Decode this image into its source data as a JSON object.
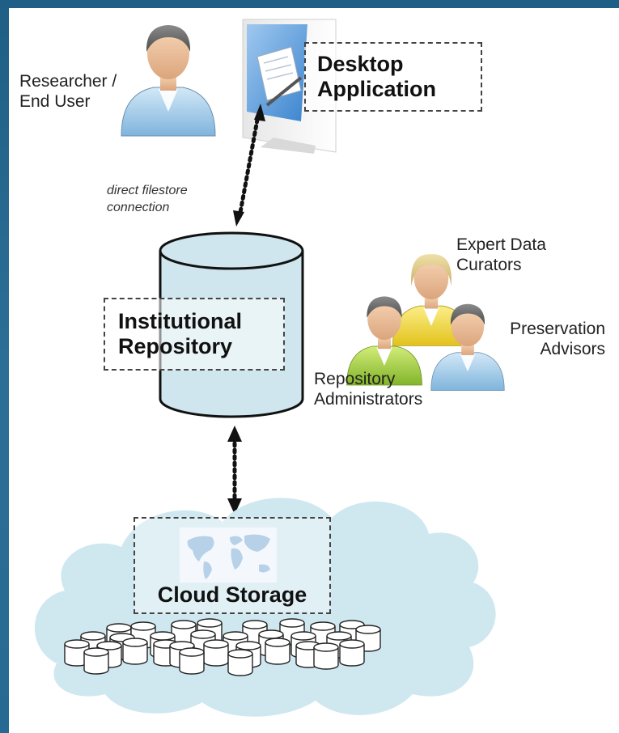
{
  "actors": {
    "researcher": "Researcher /\nEnd User",
    "expert_curators": "Expert Data\nCurators",
    "preservation_advisors": "Preservation\nAdvisors",
    "repository_admins": "Repository\nAdministrators"
  },
  "components": {
    "desktop_line1": "Desktop",
    "desktop_line2": "Application",
    "repository_line1": "Institutional",
    "repository_line2": "Repository",
    "cloud": "Cloud Storage"
  },
  "connections": {
    "desktop_repository": "direct filestore\nconnection"
  },
  "colors": {
    "frame": "#1f5f86",
    "cylinder": "#cfe6ee",
    "cloud": "#cfe8f0",
    "person_blue": "#a9cdea",
    "person_green": "#a8cf4a",
    "person_yellow": "#f2d93a"
  },
  "icons": {
    "researcher": "person-icon",
    "desktop": "monitor-icon",
    "repository": "database-cylinder-icon",
    "cloud": "cloud-icon",
    "map": "world-map-icon"
  }
}
